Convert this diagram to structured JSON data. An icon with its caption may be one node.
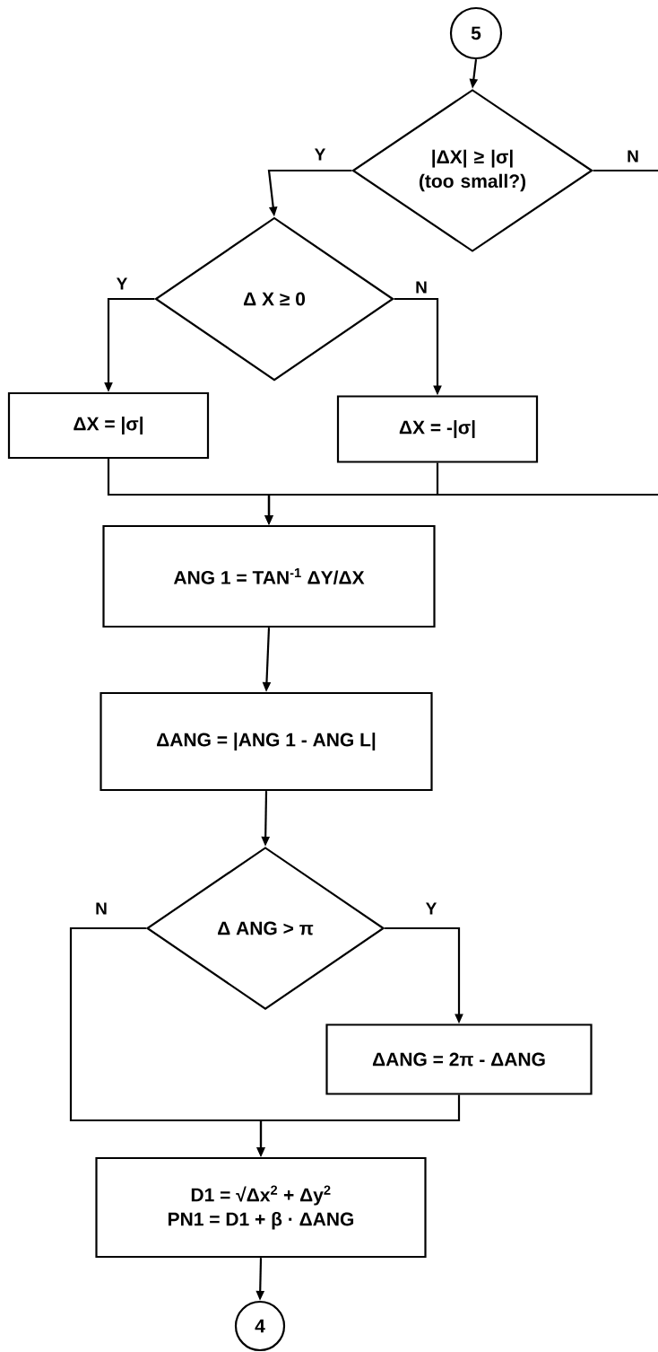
{
  "diagram": {
    "nodes": [
      {
        "text": [
          "5"
        ]
      },
      {
        "text": [
          "|ΔX| ≥ |σ| (too small?)"
        ]
      },
      {
        "text": [
          "Δ X ≥ 0"
        ]
      },
      {
        "text": [
          "ΔX = |σ|"
        ]
      },
      {
        "text": [
          "ΔX = -|σ|"
        ]
      },
      {
        "text": [
          "ANG 1 = TAN$^{-1}$ ΔY/ΔX"
        ]
      },
      {
        "text": [
          "ΔANG = |ANG 1 - ANG L|"
        ]
      },
      {
        "text": [
          "Δ ANG > π"
        ]
      },
      {
        "text": [
          "ΔANG = 2π - ΔANG"
        ]
      },
      {
        "text": [
          "D1 = √Δx$^{2}$ + Δy$^{2}$",
          "PN1 = D1 + β · ΔANG"
        ]
      },
      {
        "text": [
          "4"
        ]
      }
    ],
    "edges": [
      {
        "from": 0,
        "to": 1,
        "arrow": "to"
      },
      {
        "from": 1,
        "to": 2,
        "arrow": "to",
        "label": "Y"
      },
      {
        "from": 1,
        "to": null,
        "arrow": "none",
        "label": "N"
      },
      {
        "from": 2,
        "to": 3,
        "arrow": "to",
        "label": "Y"
      },
      {
        "from": 2,
        "to": 4,
        "arrow": "to",
        "label": "N"
      },
      {
        "from": 3,
        "to": 5,
        "arrow": "to"
      },
      {
        "from": 4,
        "to": 5,
        "arrow": "to"
      },
      {
        "from": null,
        "to": 5,
        "arrow": "to"
      },
      {
        "from": 5,
        "to": 6,
        "arrow": "to"
      },
      {
        "from": 6,
        "to": 7,
        "arrow": "to"
      },
      {
        "from": 7,
        "to": 8,
        "arrow": "to",
        "label": "Y"
      },
      {
        "from": 7,
        "to": 9,
        "arrow": "to",
        "label": "N"
      },
      {
        "from": 8,
        "to": 9,
        "arrow": "to"
      },
      {
        "from": 9,
        "to": 10,
        "arrow": "to"
      }
    ]
  }
}
